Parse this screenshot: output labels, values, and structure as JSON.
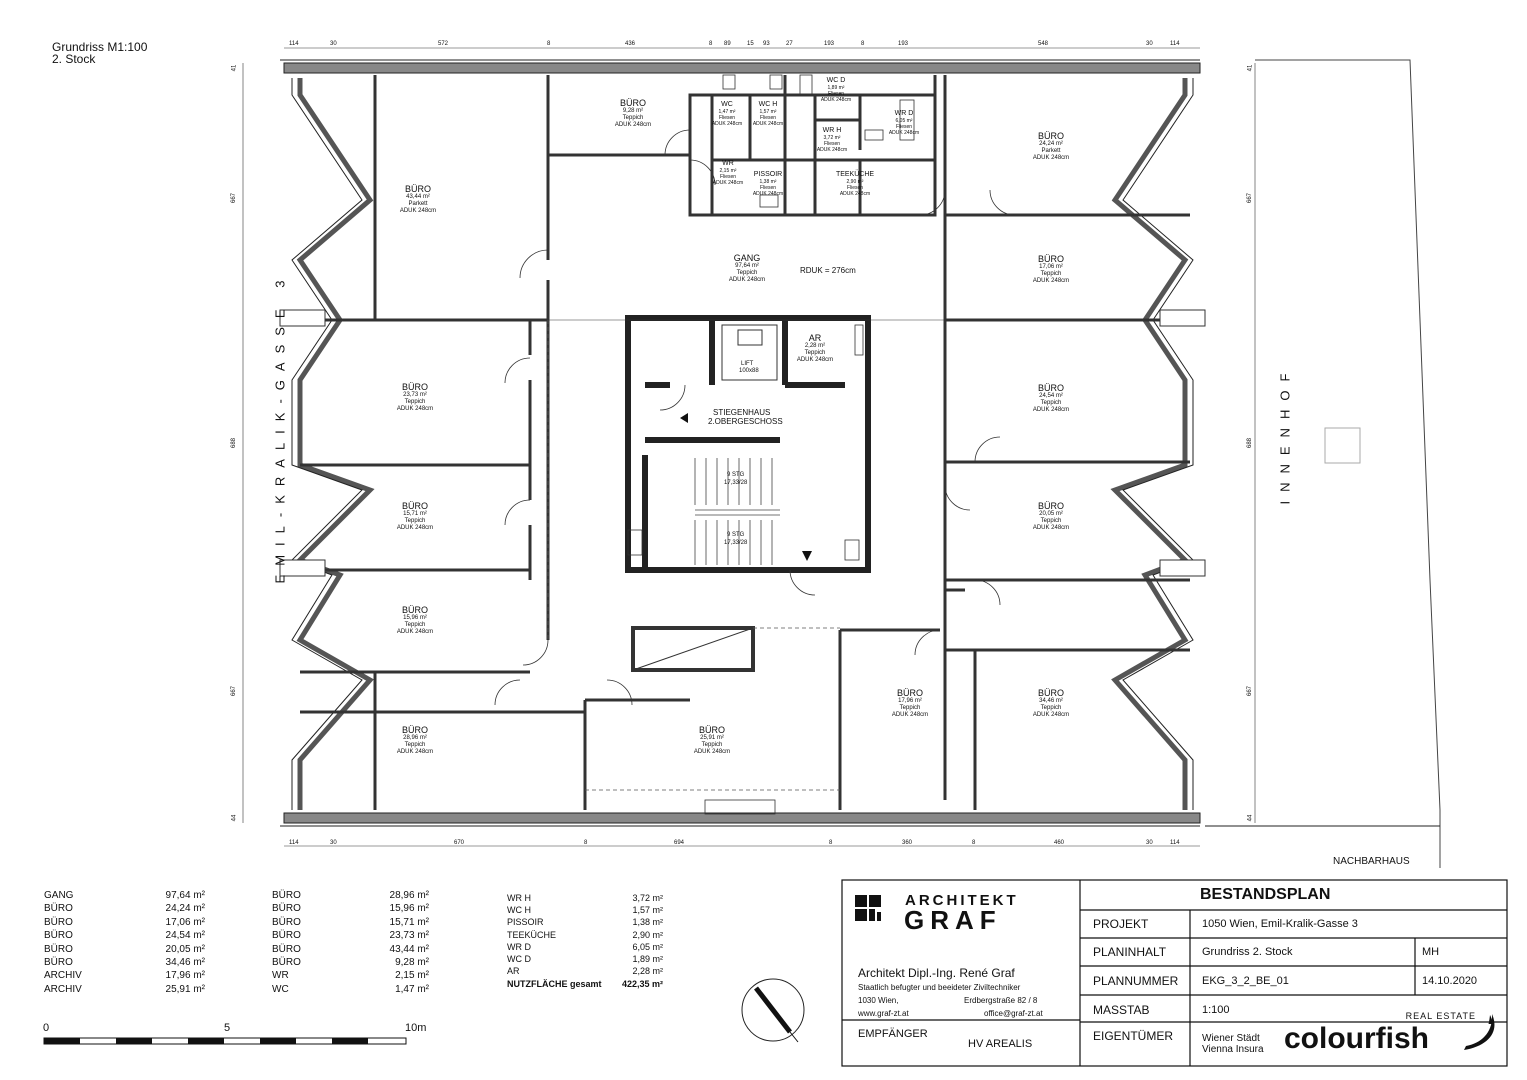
{
  "header": {
    "title": "Grundriss M1:100",
    "subtitle": "2. Stock"
  },
  "street_label": "EMIL-KRALIK-GASSE 3",
  "courtyard_label": "INNENHOF",
  "neighbor_label": "NACHBARHAUS",
  "dims": {
    "top": [
      "114",
      "30",
      "572",
      "8",
      "436",
      "8",
      "89",
      "15",
      "93",
      "27",
      "193",
      "8",
      "193",
      "548",
      "30",
      "114"
    ],
    "bottom": [
      "114",
      "30",
      "670",
      "8",
      "694",
      "8",
      "360",
      "8",
      "460",
      "30",
      "114"
    ],
    "left": [
      "41",
      "667",
      "688",
      "667",
      "44"
    ],
    "right": [
      "41",
      "667",
      "688",
      "667",
      "44"
    ]
  },
  "rooms": [
    {
      "name": "BÜRO",
      "area": "9,28 m²",
      "floor": "Teppich",
      "height": "ADUK 248cm"
    },
    {
      "name": "WC",
      "area": "1,47 m²",
      "floor": "Fliesen",
      "height": "ADUK 248cm"
    },
    {
      "name": "WC H",
      "area": "1,57 m²",
      "floor": "Fliesen",
      "height": "ADUK 248cm"
    },
    {
      "name": "WC D",
      "area": "1,89 m²",
      "floor": "Fliesen",
      "height": "ADUK 248cm"
    },
    {
      "name": "WR D",
      "area": "6,05 m²",
      "floor": "Fliesen",
      "height": "ADUK 248cm"
    },
    {
      "name": "WR H",
      "area": "3,72 m²",
      "floor": "Fliesen",
      "height": "ADUK 248cm"
    },
    {
      "name": "WR",
      "area": "2,15 m²",
      "floor": "Fliesen",
      "height": "ADUK 248cm"
    },
    {
      "name": "PISSOIR",
      "area": "1,38 m²",
      "floor": "Fliesen",
      "height": "ADUK 248cm"
    },
    {
      "name": "TEEKÜCHE",
      "area": "2,90 m²",
      "floor": "Fliesen",
      "height": "ADUK 248cm"
    },
    {
      "name": "BÜRO",
      "area": "43,44 m²",
      "floor": "Parkett",
      "height": "ADUK 248cm"
    },
    {
      "name": "BÜRO",
      "area": "24,24 m²",
      "floor": "Parkett",
      "height": "ADUK 248cm"
    },
    {
      "name": "GANG",
      "area": "97,64 m²",
      "floor": "Teppich",
      "height": "ADUK 248cm"
    },
    {
      "name": "BÜRO",
      "area": "17,06 m²",
      "floor": "Teppich",
      "height": "ADUK 248cm"
    },
    {
      "name": "BÜRO",
      "area": "23,73 m²",
      "floor": "Teppich",
      "height": "ADUK 248cm"
    },
    {
      "name": "AR",
      "area": "2,28 m²",
      "floor": "Teppich",
      "height": "ADUK 248cm"
    },
    {
      "name": "BÜRO",
      "area": "24,54 m²",
      "floor": "Teppich",
      "height": "ADUK 248cm"
    },
    {
      "name": "BÜRO",
      "area": "15,71 m²",
      "floor": "Teppich",
      "height": "ADUK 248cm"
    },
    {
      "name": "BÜRO",
      "area": "20,05 m²",
      "floor": "Teppich",
      "height": "ADUK 248cm"
    },
    {
      "name": "BÜRO",
      "area": "15,96 m²",
      "floor": "Teppich",
      "height": "ADUK 248cm"
    },
    {
      "name": "BÜRO",
      "area": "17,96 m²",
      "floor": "Teppich",
      "height": "ADUK 248cm"
    },
    {
      "name": "BÜRO",
      "area": "34,46 m²",
      "floor": "Teppich",
      "height": "ADUK 248cm"
    },
    {
      "name": "BÜRO",
      "area": "28,96 m²",
      "floor": "Teppich",
      "height": "ADUK 248cm"
    },
    {
      "name": "BÜRO",
      "area": "25,91 m²",
      "floor": "Teppich",
      "height": "ADUK 248cm"
    }
  ],
  "stair": {
    "name": "STIEGENHAUS",
    "floor": "2.OBERGESCHOSS",
    "lift": "LIFT",
    "lift_size": "100x88",
    "steps1": "9 STG",
    "steps1b": "17,33/28",
    "steps2": "9 STG",
    "steps2b": "17,33/28"
  },
  "rduk": "RDUK = 276cm",
  "area_table_1": [
    {
      "name": "GANG",
      "value": "97,64 m²"
    },
    {
      "name": "BÜRO",
      "value": "24,24 m²"
    },
    {
      "name": "BÜRO",
      "value": "17,06 m²"
    },
    {
      "name": "BÜRO",
      "value": "24,54 m²"
    },
    {
      "name": "BÜRO",
      "value": "20,05 m²"
    },
    {
      "name": "BÜRO",
      "value": "34,46 m²"
    },
    {
      "name": "ARCHIV",
      "value": "17,96 m²"
    },
    {
      "name": "ARCHIV",
      "value": "25,91 m²"
    }
  ],
  "area_table_2": [
    {
      "name": "BÜRO",
      "value": "28,96 m²"
    },
    {
      "name": "BÜRO",
      "value": "15,96 m²"
    },
    {
      "name": "BÜRO",
      "value": "15,71 m²"
    },
    {
      "name": "BÜRO",
      "value": "23,73 m²"
    },
    {
      "name": "BÜRO",
      "value": "43,44 m²"
    },
    {
      "name": "BÜRO",
      "value": "9,28 m²"
    },
    {
      "name": "WR",
      "value": "2,15 m²"
    },
    {
      "name": "WC",
      "value": "1,47 m²"
    }
  ],
  "area_table_3": [
    {
      "name": "WR H",
      "value": "3,72 m²"
    },
    {
      "name": "WC H",
      "value": "1,57 m²"
    },
    {
      "name": "PISSOIR",
      "value": "1,38 m²"
    },
    {
      "name": "TEEKÜCHE",
      "value": "2,90 m²"
    },
    {
      "name": "WR D",
      "value": "6,05 m²"
    },
    {
      "name": "WC D",
      "value": "1,89 m²"
    },
    {
      "name": "AR",
      "value": "2,28 m²"
    }
  ],
  "total": {
    "label": "NUTZFLÄCHE gesamt",
    "value": "422,35 m²"
  },
  "scale_bar": {
    "start": "0",
    "mid": "5",
    "end": "10m"
  },
  "office": {
    "logo_top": "ARCHITEKT",
    "logo_bottom": "GRAF",
    "name": "Architekt Dipl.-Ing. René Graf",
    "line1": "Staatlich befugter und beeideter Ziviltechniker",
    "city": "1030 Wien,",
    "street": "Erdbergstraße 82 / 8",
    "web": "www.graf-zt.at",
    "email": "office@graf-zt.at",
    "recipient_label": "EMPFÄNGER",
    "recipient": "HV AREALIS"
  },
  "title_block": {
    "title": "BESTANDSPLAN",
    "projekt_label": "PROJEKT",
    "projekt": "1050 Wien, Emil-Kralik-Gasse 3",
    "planinhalt_label": "PLANINHALT",
    "planinhalt": "Grundriss 2. Stock",
    "initials": "MH",
    "plannummer_label": "PLANNUMMER",
    "plannummer": "EKG_3_2_BE_01",
    "date": "14.10.2020",
    "masstab_label": "MASSTAB",
    "masstab": "1:100",
    "eigentuemer_label": "EIGENTÜMER",
    "eigentuemer1": "Wiener Städt",
    "eigentuemer2": "Vienna Insura"
  },
  "brand": {
    "tag": "REAL ESTATE",
    "name": "colourfish"
  }
}
